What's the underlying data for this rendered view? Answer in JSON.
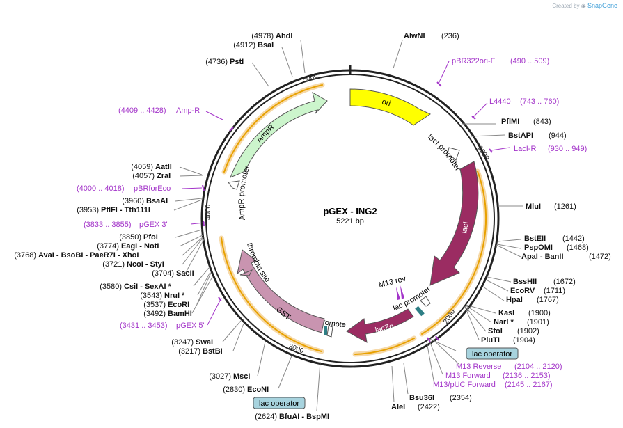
{
  "credit": {
    "prefix": "Created by",
    "brand": "SnapGene"
  },
  "plasmid": {
    "name": "pGEX - ING2",
    "size_label": "5221 bp"
  },
  "ticks": [
    "5000",
    "1000",
    "2000",
    "3000",
    "4000"
  ],
  "features": {
    "ori": "ori",
    "lacI": "lacI",
    "lacZa": "lacZα",
    "GST": "GST",
    "AmpR": "AmpR",
    "lacI_promoter": "lacI promoter",
    "lac_promoter": "lac promoter",
    "tac_promoter": "tac promoter",
    "thrombin_site": "thrombin site",
    "AmpR_promoter": "AmpR promoter",
    "M13_rev": "M13 rev",
    "lac_operator_1": "lac operator",
    "lac_operator_2": "lac operator"
  },
  "sites_right": [
    {
      "name": "AlwNI",
      "pos": "(236)"
    },
    {
      "name": "PflMI",
      "pos": "(843)"
    },
    {
      "name": "BstAPI",
      "pos": "(944)"
    },
    {
      "name": "MluI",
      "pos": "(1261)"
    },
    {
      "name": "BstEII",
      "pos": "(1442)"
    },
    {
      "name": "PspOMI",
      "pos": "(1468)"
    },
    {
      "name": "ApaI - BanII",
      "pos": "(1472)"
    },
    {
      "name": "BssHII",
      "pos": "(1672)"
    },
    {
      "name": "EcoRV",
      "pos": "(1711)"
    },
    {
      "name": "HpaI",
      "pos": "(1767)"
    },
    {
      "name": "KasI",
      "pos": "(1900)"
    },
    {
      "name": "NarI *",
      "pos": "(1901)"
    },
    {
      "name": "SfoI",
      "pos": "(1902)"
    },
    {
      "name": "PluTI",
      "pos": "(1904)"
    },
    {
      "name": "Bsu36I",
      "pos": "(2354)"
    },
    {
      "name": "AleI",
      "pos": "(2422)"
    }
  ],
  "sites_left": [
    {
      "name": "AhdI",
      "pos": "(4978)"
    },
    {
      "name": "BsaI",
      "pos": "(4912)"
    },
    {
      "name": "PstI",
      "pos": "(4736)"
    },
    {
      "name": "AatII",
      "pos": "(4059)"
    },
    {
      "name": "ZraI",
      "pos": "(4057)"
    },
    {
      "name": "BsaAI",
      "pos": "(3960)"
    },
    {
      "name": "PflFI - Tth111I",
      "pos": "(3953)"
    },
    {
      "name": "PfoI",
      "pos": "(3850)"
    },
    {
      "name": "EagI - NotI",
      "pos": "(3774)"
    },
    {
      "name": "AvaI - BsoBI - PaeR7I - XhoI",
      "pos": "(3768)"
    },
    {
      "name": "NcoI - StyI",
      "pos": "(3721)"
    },
    {
      "name": "SacII",
      "pos": "(3704)"
    },
    {
      "name": "CsiI - SexAI *",
      "pos": "(3580)"
    },
    {
      "name": "NruI *",
      "pos": "(3543)"
    },
    {
      "name": "EcoRI",
      "pos": "(3537)"
    },
    {
      "name": "BamHI",
      "pos": "(3492)"
    },
    {
      "name": "SwaI",
      "pos": "(3247)"
    },
    {
      "name": "BstBI",
      "pos": "(3217)"
    },
    {
      "name": "MscI",
      "pos": "(3027)"
    },
    {
      "name": "EcoNI",
      "pos": "(2830)"
    },
    {
      "name": "BfuAI - BspMI",
      "pos": "(2624)"
    }
  ],
  "primers": [
    {
      "name": "pBR322ori-F",
      "range": "(490 .. 509)"
    },
    {
      "name": "L4440",
      "range": "(743 .. 760)"
    },
    {
      "name": "LacI-R",
      "range": "(930 .. 949)"
    },
    {
      "name": "M13 Reverse",
      "range": "(2104 .. 2120)"
    },
    {
      "name": "M13 Forward",
      "range": "(2136 .. 2153)"
    },
    {
      "name": "M13/pUC Forward",
      "range": "(2145 .. 2167)"
    },
    {
      "name": "pGEX 5'",
      "range": "(3431 .. 3453)"
    },
    {
      "name": "pGEX 3'",
      "range": "(3833 .. 3855)"
    },
    {
      "name": "pBRforEco",
      "range": "(4000 .. 4018)"
    },
    {
      "name": "Amp-R",
      "range": "(4409 .. 4428)"
    }
  ],
  "colors": {
    "ori": "#ffff00",
    "lacI": "#9b2c62",
    "lacZa": "#9b2c62",
    "GST": "#c994b0",
    "AmpR": "#ccf5cc",
    "primer": "#a334c9",
    "operator_box": "#a7d3de",
    "orf_arc": "#ffb200",
    "backbone": "#222222"
  }
}
